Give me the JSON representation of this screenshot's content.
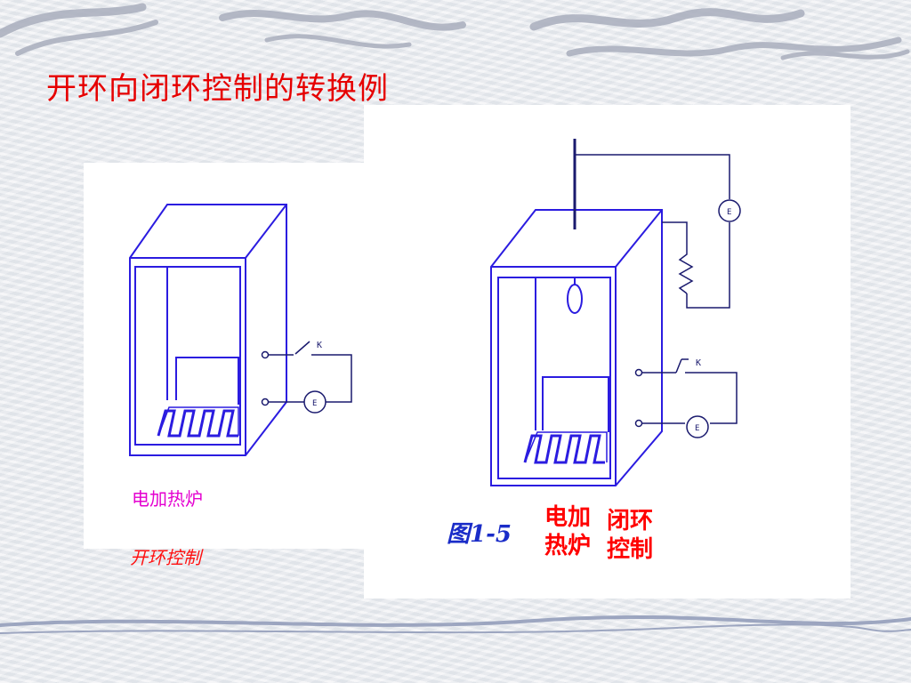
{
  "slide": {
    "title": "开环向闭环控制的转换例"
  },
  "left_diagram": {
    "furnace_label": "电加热炉",
    "control_label": "开环控制",
    "switch_label": "K",
    "meter_label": "E"
  },
  "right_diagram": {
    "figure_label": "图1-5",
    "furnace_label": "电加热炉",
    "control_label": "闭环控制",
    "switch_label": "K",
    "meter_top_label": "E",
    "meter_bottom_label": "E"
  },
  "colors": {
    "title": "#e60000",
    "line_blue": "#2b1ce0",
    "wire_dark": "#1a1a6e"
  }
}
